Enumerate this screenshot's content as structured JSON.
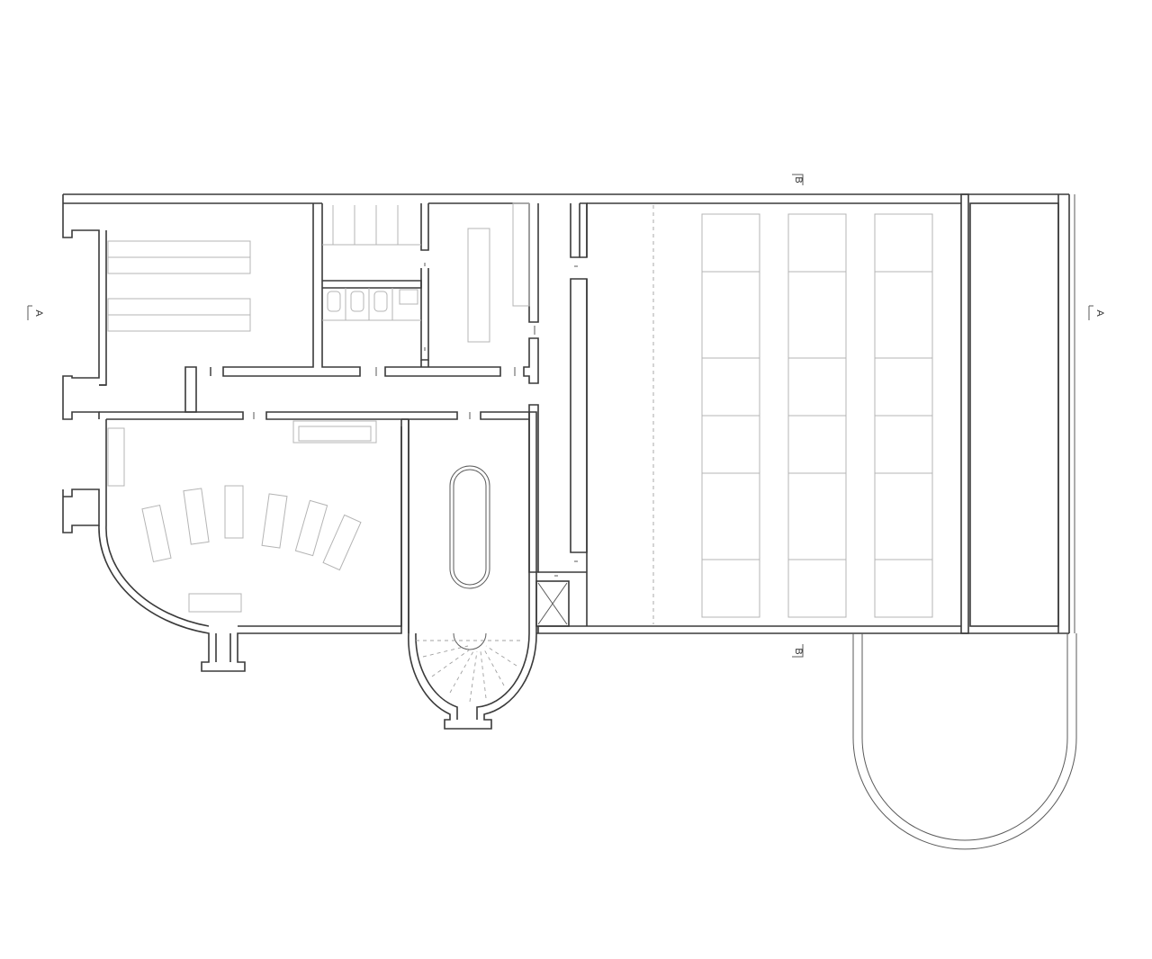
{
  "section_markers": {
    "a_left": "A",
    "a_right": "A",
    "b_top": "B",
    "b_bottom": "B"
  },
  "colors": {
    "walls": "#3a3a3a",
    "furniture": "#b4b4b4",
    "background": "#ffffff"
  }
}
